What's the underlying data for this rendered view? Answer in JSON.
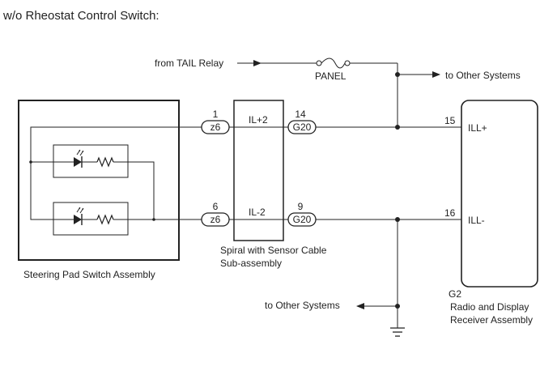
{
  "title": "w/o Rheostat Control Switch:",
  "from_tail_relay": "from TAIL Relay",
  "panel_fuse": "PANEL",
  "to_other_systems_top": "to Other Systems",
  "to_other_systems_bottom": "to Other Systems",
  "steering_pad": {
    "name": "Steering Pad Switch Assembly"
  },
  "spiral": {
    "name_line1": "Spiral with Sensor Cable",
    "name_line2": "Sub-assembly",
    "pin_top": "IL+2",
    "pin_bottom": "IL-2"
  },
  "radio": {
    "code": "G2",
    "name_line1": "Radio and Display",
    "name_line2": "Receiver Assembly",
    "pin_top": "ILL+",
    "pin_bottom": "ILL-"
  },
  "connectors": {
    "z6_top": {
      "label": "z6",
      "pin": "1"
    },
    "z6_bottom": {
      "label": "z6",
      "pin": "6"
    },
    "g20_top": {
      "label": "G20",
      "pin": "14"
    },
    "g20_bottom": {
      "label": "G20",
      "pin": "9"
    },
    "g2_top_pin": "15",
    "g2_bottom_pin": "16"
  },
  "icons": [
    "led-icon",
    "resistor-icon",
    "fuse-icon",
    "ground-icon",
    "arrow-icon",
    "splice-dot-icon"
  ]
}
